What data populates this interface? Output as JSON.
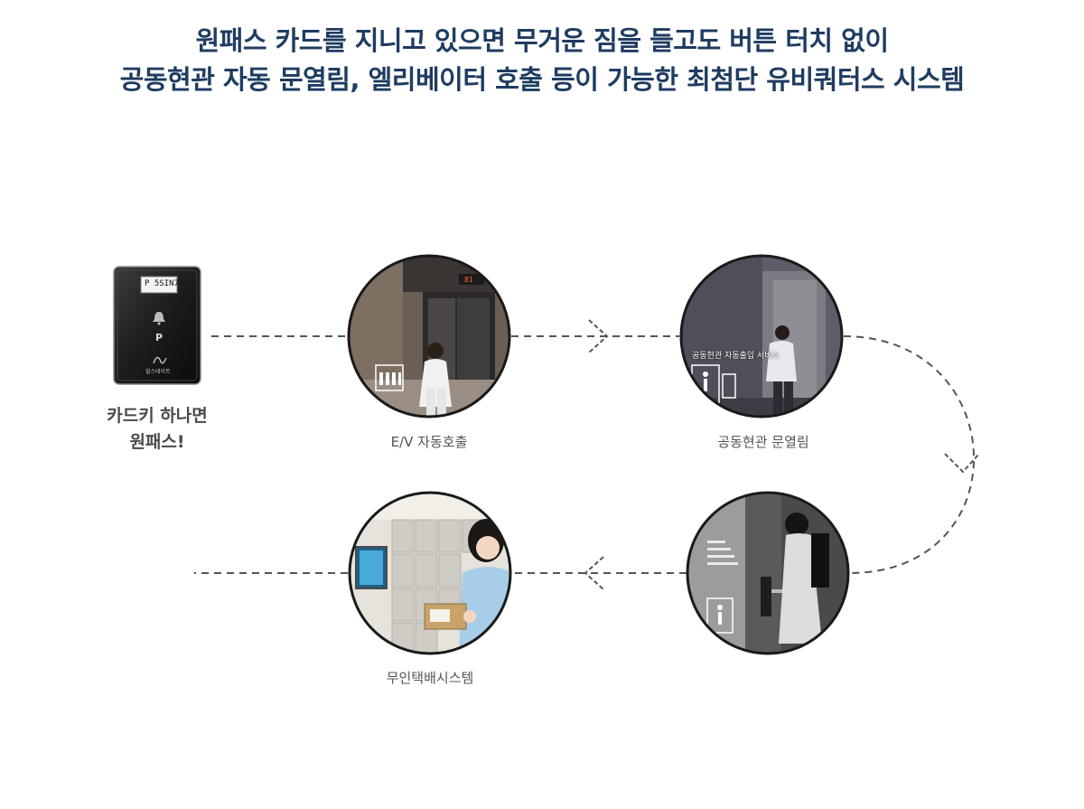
{
  "headline": {
    "line1": "원패스 카드를 지니고 있으면 무거운 짐을 들고도 버튼 터치 없이",
    "line2": "공동현관 자동 문열림, 엘리베이터 호출 등이 가능한 최첨단 유비쿼터스 시스템"
  },
  "card": {
    "lcd": "P 5SIN7",
    "symbol": "P",
    "brand": "힐스테이트",
    "caption_line1": "카드키 하나면",
    "caption_line2": "원패스!"
  },
  "steps": {
    "ev_call": {
      "caption": "E/V 자동호출",
      "floor_display": "81"
    },
    "entrance": {
      "caption": "공동현관 문열림",
      "overlay": "공동현관 자동출입 서비스"
    },
    "door": {
      "caption": ""
    },
    "delivery": {
      "caption": "무인택배시스템"
    }
  },
  "colors": {
    "headline": "#1f3c61",
    "connector": "#555555",
    "caption": "#555555"
  }
}
